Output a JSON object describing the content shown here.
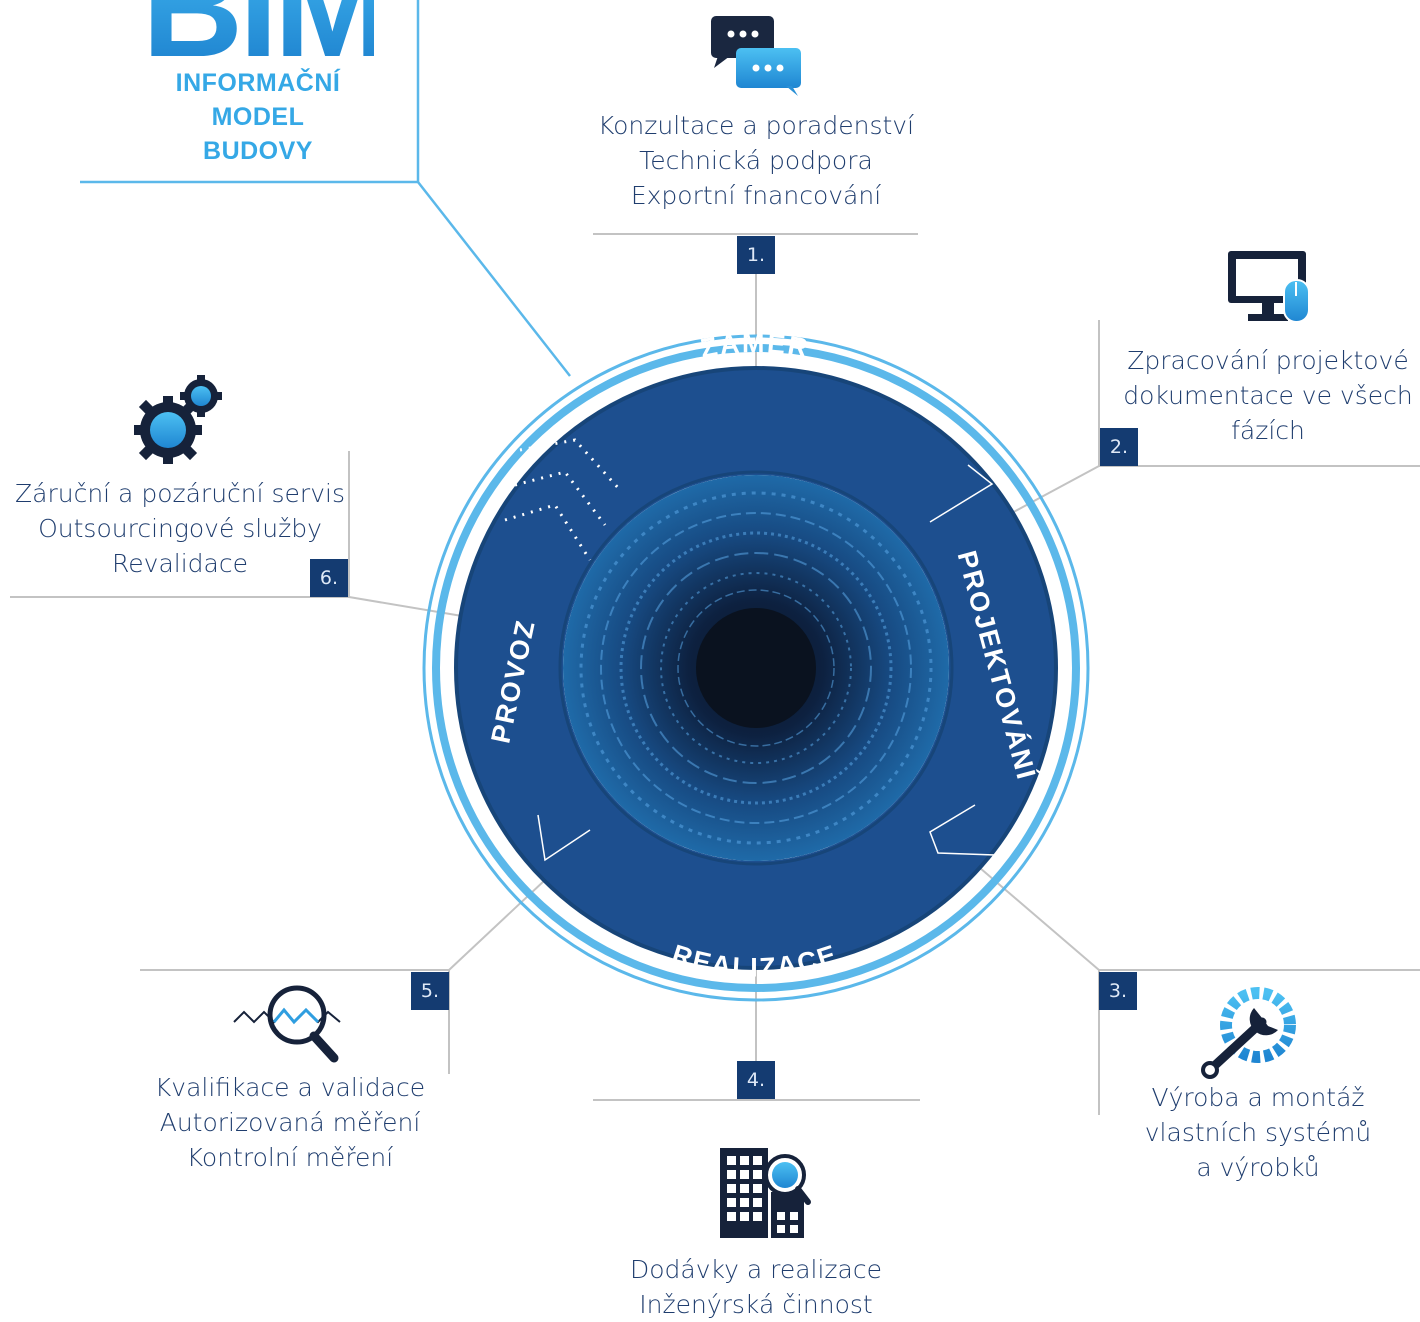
{
  "logo": {
    "word": "BIM",
    "subtitle": [
      "INFORMAČNÍ",
      "MODEL",
      "BUDOVY"
    ]
  },
  "phases": {
    "top": "ZÁMĚR",
    "right": "PROJEKTOVÁNÍ",
    "bottom": "REALIZACE",
    "left": "PROVOZ"
  },
  "steps": [
    {
      "number": "1.",
      "icon": "chat-bubbles-icon",
      "lines": [
        "Konzultace a poradenství",
        "Technická podpora",
        "Exportní fnancování"
      ]
    },
    {
      "number": "2.",
      "icon": "computer-monitor-icon",
      "lines": [
        "Zpracování projektové",
        "dokumentace ve všech",
        "fázích"
      ]
    },
    {
      "number": "3.",
      "icon": "wrench-gear-icon",
      "lines": [
        "Výroba a montáž",
        "vlastních systémů",
        "a výrobků"
      ]
    },
    {
      "number": "4.",
      "icon": "building-search-icon",
      "lines": [
        "Dodávky a realizace",
        "Inženýrská činnost"
      ]
    },
    {
      "number": "5.",
      "icon": "magnifier-wave-icon",
      "lines": [
        "Kvalifikace a validace",
        "Autorizovaná měření",
        "Kontrolní měření"
      ]
    },
    {
      "number": "6.",
      "icon": "gears-icon",
      "lines": [
        "Záruční a pozáruční servis",
        "Outsourcingové služby",
        "Revalidace"
      ]
    }
  ],
  "colors": {
    "navy": "#143b71",
    "ring_blue": "#1d4f8f",
    "light_blue": "#5bb8ea",
    "accent": "#2f9ee0",
    "line_gray": "#c3c3c3"
  }
}
